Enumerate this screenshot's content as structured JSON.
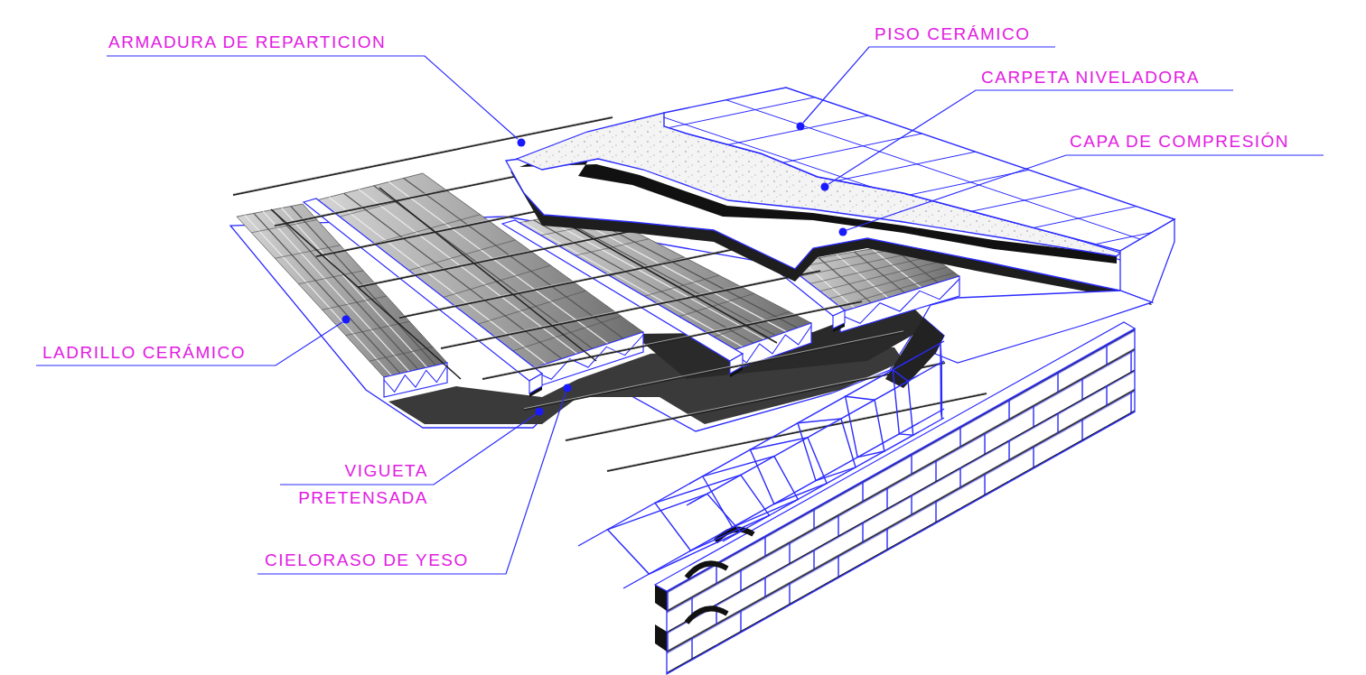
{
  "diagram": {
    "labels": [
      "ARMADURA DE REPARTICION",
      "PISO CERÁMICO",
      "CARPETA NIVELADORA",
      "CAPA DE COMPRESIÓN",
      "LADRILLO CERÁMICO",
      "VIGUETA PRETENSADA",
      "CIELORASO DE YESO"
    ]
  }
}
